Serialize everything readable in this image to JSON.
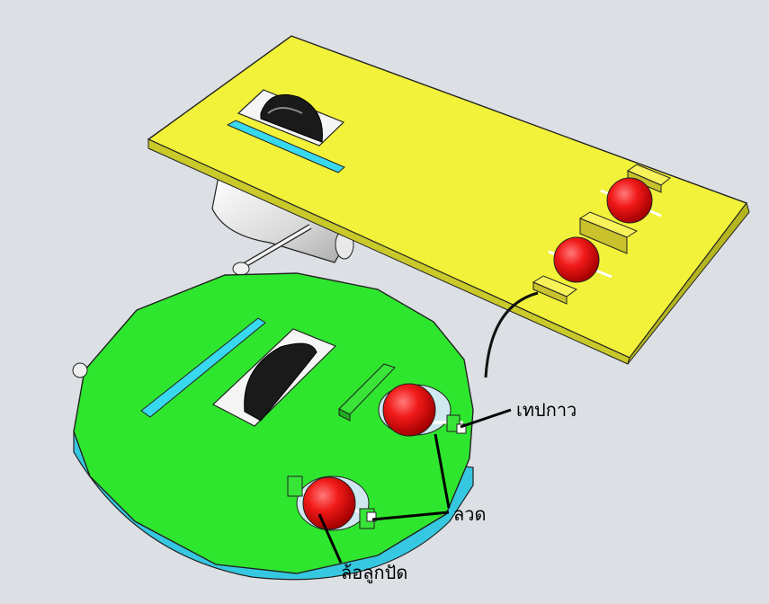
{
  "labels": {
    "tape": "เทปกาว",
    "wire": "ลวด",
    "ball_wheel": "ล้อลูกปัด"
  },
  "colors": {
    "background": "#dcdfe3",
    "upper_board": "#f2f23a",
    "lower_board": "#2ee62e",
    "lower_board_edge": "#36c8e0",
    "slot_strip": "#38d8ee",
    "ball": "#f21a1a",
    "wheel": "#1a1a1a",
    "tape": "#111111"
  },
  "icons": {
    "ball": "red-bead-ball-icon",
    "wheel": "rubber-wheel-icon",
    "motor": "motor-cylinder-icon"
  }
}
